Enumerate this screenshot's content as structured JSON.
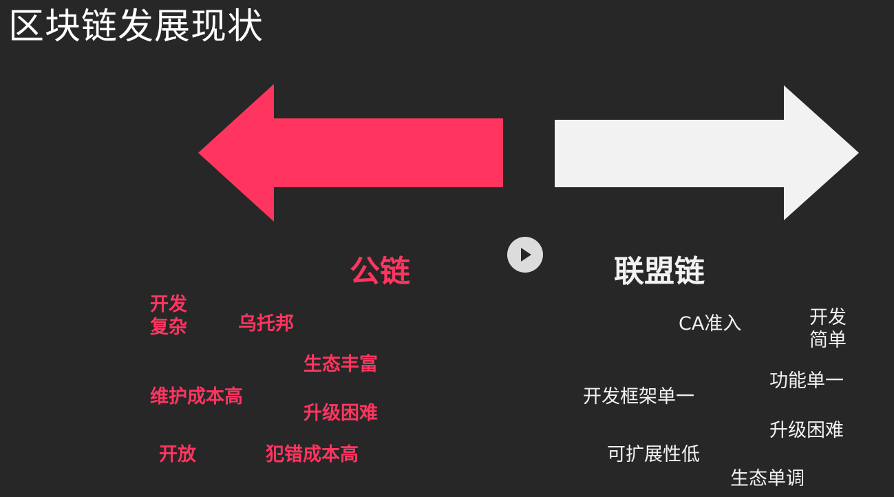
{
  "title": "区块链发展现状",
  "colors": {
    "background": "#272727",
    "public_chain": "#ff3560",
    "consortium_chain": "#f2f2f2",
    "play_button": "#dcdcdc"
  },
  "player": {
    "play_button_icon": "play-icon"
  },
  "public_chain": {
    "heading": "公链",
    "notes": {
      "dev_complex_1": "开发",
      "dev_complex_2": "复杂",
      "utopia": "乌托邦",
      "rich_ecosystem": "生态丰富",
      "high_maintenance": "维护成本高",
      "hard_upgrade": "升级困难",
      "open": "开放",
      "high_error_cost": "犯错成本高"
    }
  },
  "consortium_chain": {
    "heading": "联盟链",
    "notes": {
      "ca_access": "CA准入",
      "dev_simple_1": "开发",
      "dev_simple_2": "简单",
      "single_function": "功能单一",
      "single_framework": "开发框架单一",
      "hard_upgrade": "升级困难",
      "low_scalability": "可扩展性低",
      "monotonous_ecosystem": "生态单调"
    }
  }
}
